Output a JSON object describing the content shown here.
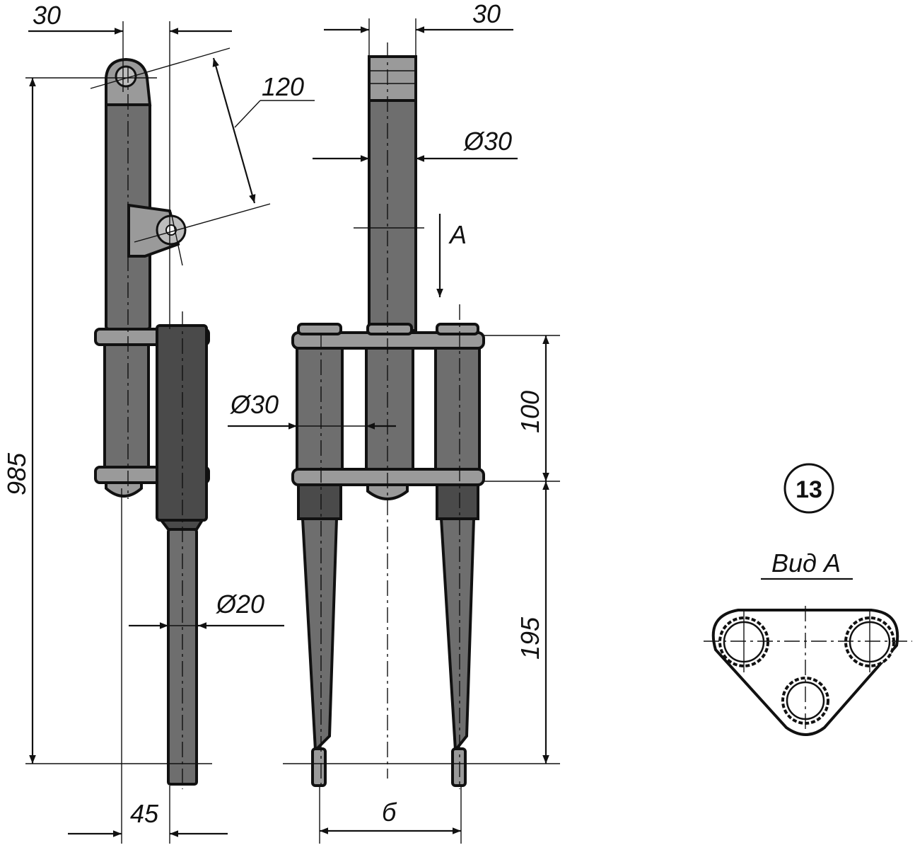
{
  "dimensions": {
    "side_top_width": "30",
    "front_top_width": "30",
    "link_length": "120",
    "stem_diameter": "Ø30",
    "overall_height": "985",
    "leg_diameter": "Ø30",
    "span_100": "100",
    "span_195": "195",
    "lower_diameter": "Ø20",
    "side_bottom_width": "45",
    "front_bottom_width": "б",
    "arrow_view": "A"
  },
  "figure": {
    "number": "13",
    "view_label": "Вид А"
  },
  "colors": {
    "ink": "#111111",
    "metal": "#6e6e6e",
    "metal_light": "#9a9a9a",
    "metal_dark": "#4a4a4a"
  }
}
